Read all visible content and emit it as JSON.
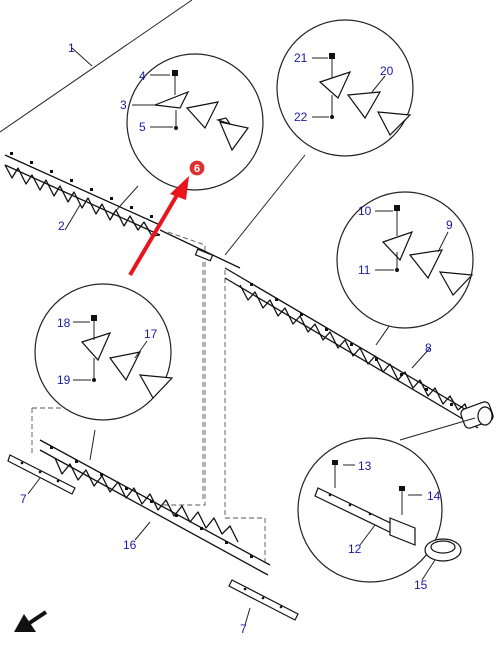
{
  "labels": {
    "l1": "1",
    "l2": "2",
    "l3": "3",
    "l4": "4",
    "l5": "5",
    "l6": "6",
    "l7a": "7",
    "l7b": "7",
    "l8": "8",
    "l9": "9",
    "l10": "10",
    "l11": "11",
    "l12": "12",
    "l13": "13",
    "l14": "14",
    "l15": "15",
    "l16": "16",
    "l17": "17",
    "l18": "18",
    "l19": "19",
    "l20": "20",
    "l21": "21",
    "l22": "22"
  },
  "colors": {
    "callout_text": "#1a1aa8",
    "highlight_arrow": "#e8141e",
    "badge": "#e03030",
    "lines": "#222222"
  },
  "highlighted_part": "6",
  "icons": [
    "front-direction-arrow-icon",
    "highlight-arrow-icon"
  ]
}
